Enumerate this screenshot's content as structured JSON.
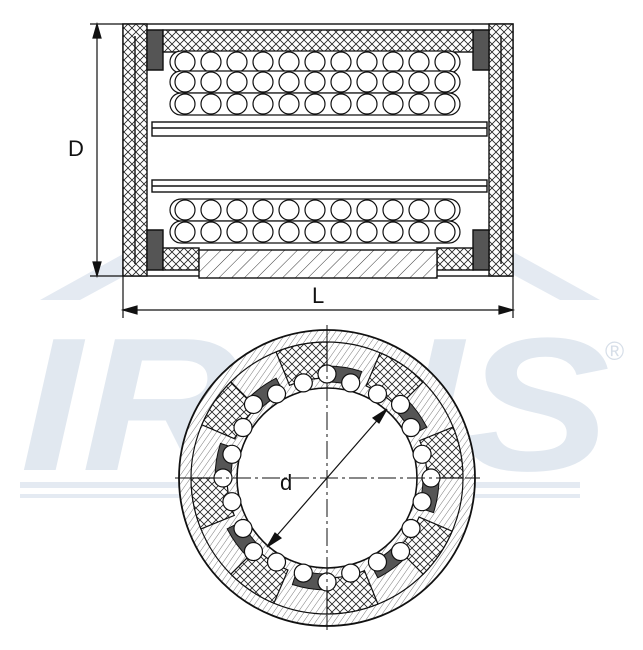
{
  "watermark": {
    "text": "IRBIS",
    "registered_mark": "®",
    "color": "#dfe6ef"
  },
  "dimensions": {
    "outer_diameter": "D",
    "length": "L",
    "inner_diameter": "d"
  },
  "colors": {
    "line": "#111111",
    "seal_fill": "#555555",
    "ball_fill": "#ffffff",
    "hatch": "#222222"
  }
}
